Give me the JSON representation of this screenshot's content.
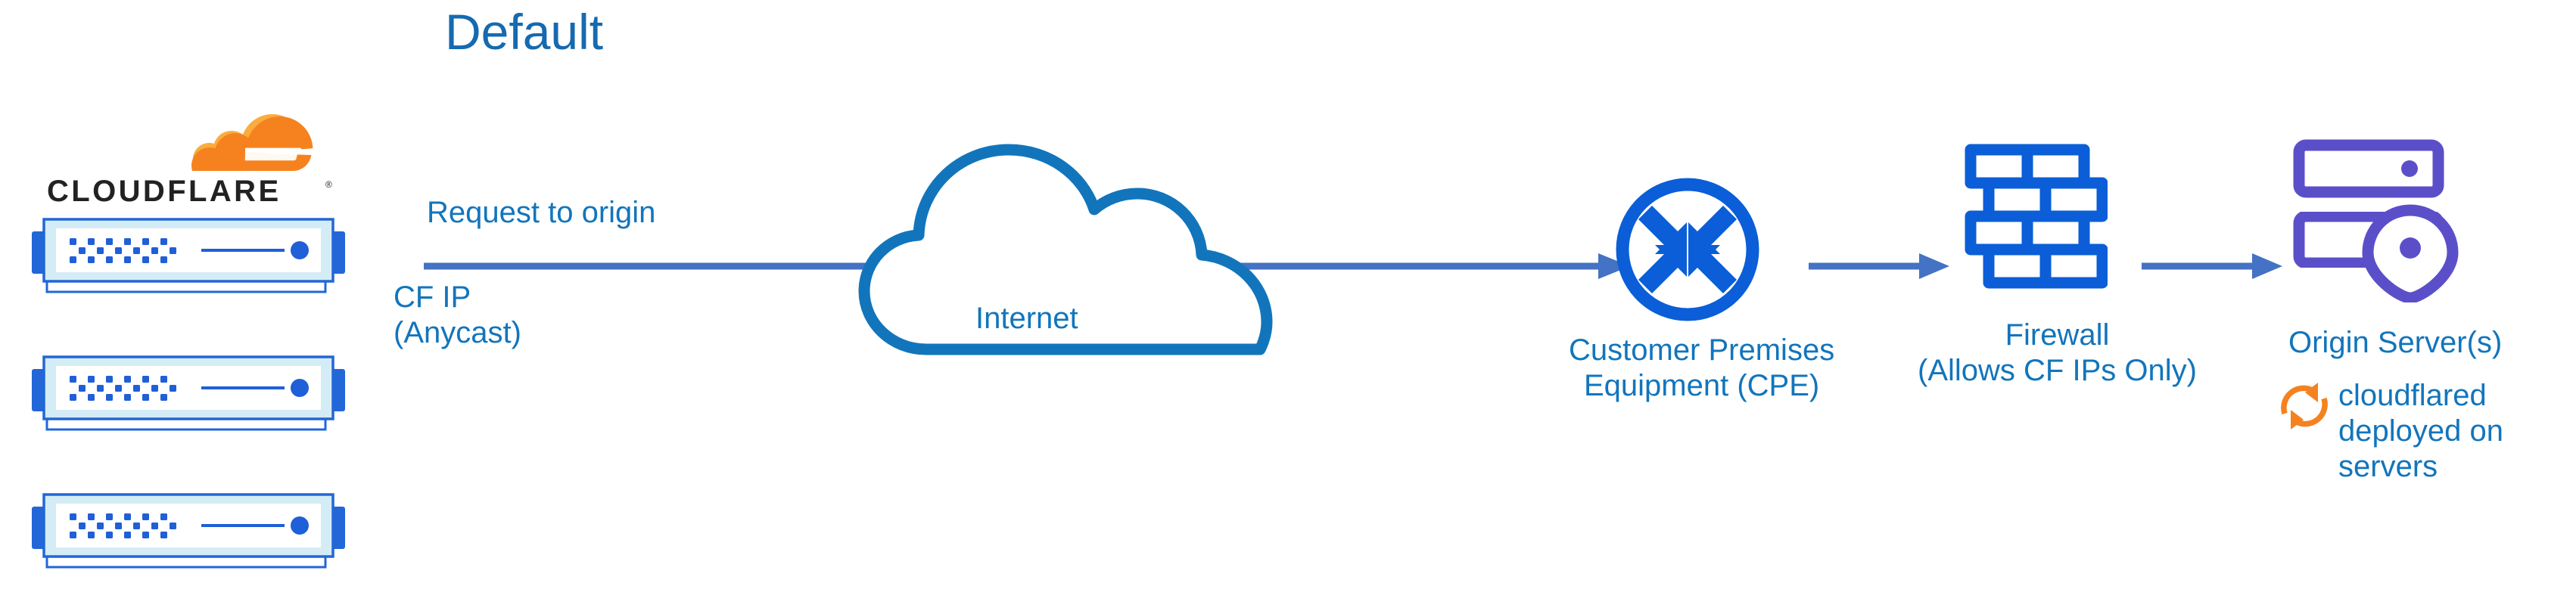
{
  "diagram": {
    "title": "Default",
    "type": "network-architecture-diagram"
  },
  "brand": {
    "logo_name": "cloudflare-logo",
    "wordmark": "CLOUDFLARE",
    "registered_mark": "®",
    "cloud_orange": "#f6821f",
    "cloud_orange_light": "#faad3f",
    "wordmark_color": "#222222"
  },
  "colors": {
    "title_blue": "#156ab0",
    "label_blue": "#1275bc",
    "arrow_blue": "#4472c4",
    "cloud_stroke": "#1275bc",
    "icon_blue": "#0b5ed7",
    "origin_purple": "#5b4fc9",
    "server_frame_blue": "#2266d8",
    "server_inner_fill": "#d4ecf5",
    "cloudflared_orange": "#f4821f"
  },
  "nodes": {
    "cloudflare_edge": {
      "name": "cloudflare-server-stack",
      "server_count": 3,
      "ip_label_line1": "CF IP",
      "ip_label_line2": "(Anycast)"
    },
    "internet": {
      "name": "internet-cloud",
      "label": "Internet"
    },
    "cpe": {
      "name": "customer-premises-equipment",
      "label_line1": "Customer Premises",
      "label_line2": "Equipment (CPE)",
      "icon": "router-icon"
    },
    "firewall": {
      "name": "firewall",
      "label_line1": "Firewall",
      "label_line2": "(Allows CF IPs Only)",
      "icon": "brick-wall-icon"
    },
    "origin": {
      "name": "origin-server",
      "label": "Origin Server(s)",
      "icon": "server-with-location-pin-icon",
      "annotation_line1": "cloudflared",
      "annotation_line2": "deployed on",
      "annotation_line3": "servers",
      "annotation_icon": "sync-refresh-icon"
    }
  },
  "connections": {
    "edge_to_cpe": {
      "name": "request-to-origin-arrow",
      "label": "Request to origin",
      "from": "cloudflare-server-stack",
      "to": "customer-premises-equipment"
    },
    "cpe_to_firewall": {
      "name": "cpe-to-firewall-arrow",
      "label": ""
    },
    "firewall_to_origin": {
      "name": "firewall-to-origin-arrow",
      "label": ""
    }
  }
}
